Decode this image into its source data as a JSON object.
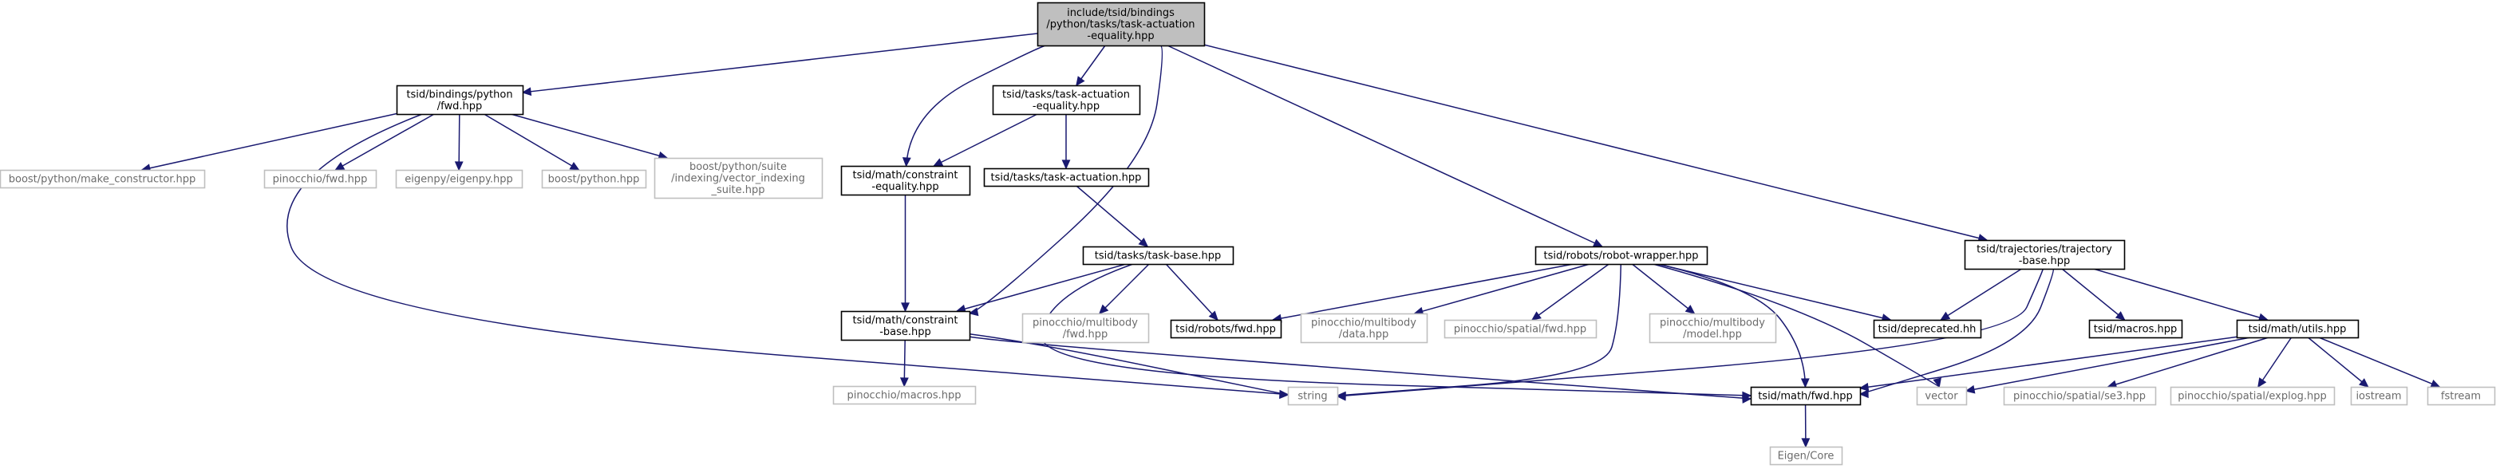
{
  "colors": {
    "edge": "#191970",
    "root_fill": "#bfbfbf",
    "node_border": "#000000",
    "ext_border": "#bfbfbf",
    "ext_text": "#6b6b6b",
    "background": "#ffffff"
  },
  "nodes": [
    {
      "id": "root",
      "kind": "root",
      "lines": [
        "include/tsid/bindings",
        "/python/tasks/task-actuation",
        "-equality.hpp"
      ]
    },
    {
      "id": "bp_fwd",
      "kind": "file",
      "lines": [
        "tsid/bindings/python",
        "/fwd.hpp"
      ]
    },
    {
      "id": "tae",
      "kind": "file",
      "lines": [
        "tsid/tasks/task-actuation",
        "-equality.hpp"
      ]
    },
    {
      "id": "ce",
      "kind": "file",
      "lines": [
        "tsid/math/constraint",
        "-equality.hpp"
      ]
    },
    {
      "id": "ta",
      "kind": "file",
      "lines": [
        "tsid/tasks/task-actuation.hpp"
      ]
    },
    {
      "id": "tb",
      "kind": "file",
      "lines": [
        "tsid/tasks/task-base.hpp"
      ]
    },
    {
      "id": "cb",
      "kind": "file",
      "lines": [
        "tsid/math/constraint",
        "-base.hpp"
      ]
    },
    {
      "id": "rw",
      "kind": "file",
      "lines": [
        "tsid/robots/robot-wrapper.hpp"
      ]
    },
    {
      "id": "tj",
      "kind": "file",
      "lines": [
        "tsid/trajectories/trajectory",
        "-base.hpp"
      ]
    },
    {
      "id": "rfwd",
      "kind": "file",
      "lines": [
        "tsid/robots/fwd.hpp"
      ]
    },
    {
      "id": "dep",
      "kind": "file",
      "lines": [
        "tsid/deprecated.hh"
      ]
    },
    {
      "id": "macros",
      "kind": "file",
      "lines": [
        "tsid/macros.hpp"
      ]
    },
    {
      "id": "utils",
      "kind": "file",
      "lines": [
        "tsid/math/utils.hpp"
      ]
    },
    {
      "id": "mfwd",
      "kind": "file",
      "lines": [
        "tsid/math/fwd.hpp"
      ]
    },
    {
      "id": "bmc",
      "kind": "ext",
      "lines": [
        "boost/python/make_constructor.hpp"
      ]
    },
    {
      "id": "pfwd",
      "kind": "ext",
      "lines": [
        "pinocchio/fwd.hpp"
      ]
    },
    {
      "id": "eigenpy",
      "kind": "ext",
      "lines": [
        "eigenpy/eigenpy.hpp"
      ]
    },
    {
      "id": "bpy",
      "kind": "ext",
      "lines": [
        "boost/python.hpp"
      ]
    },
    {
      "id": "bvi",
      "kind": "ext",
      "lines": [
        "boost/python/suite",
        "/indexing/vector_indexing",
        "_suite.hpp"
      ]
    },
    {
      "id": "pmfwd",
      "kind": "ext",
      "lines": [
        "pinocchio/multibody",
        "/fwd.hpp"
      ]
    },
    {
      "id": "pmdata",
      "kind": "ext",
      "lines": [
        "pinocchio/multibody",
        "/data.hpp"
      ]
    },
    {
      "id": "psfwd",
      "kind": "ext",
      "lines": [
        "pinocchio/spatial/fwd.hpp"
      ]
    },
    {
      "id": "pmmodel",
      "kind": "ext",
      "lines": [
        "pinocchio/multibody",
        "/model.hpp"
      ]
    },
    {
      "id": "pmac",
      "kind": "ext",
      "lines": [
        "pinocchio/macros.hpp"
      ]
    },
    {
      "id": "string",
      "kind": "ext",
      "lines": [
        "string"
      ]
    },
    {
      "id": "vector",
      "kind": "ext",
      "lines": [
        "vector"
      ]
    },
    {
      "id": "se3",
      "kind": "ext",
      "lines": [
        "pinocchio/spatial/se3.hpp"
      ]
    },
    {
      "id": "explog",
      "kind": "ext",
      "lines": [
        "pinocchio/spatial/explog.hpp"
      ]
    },
    {
      "id": "iostream",
      "kind": "ext",
      "lines": [
        "iostream"
      ]
    },
    {
      "id": "fstream",
      "kind": "ext",
      "lines": [
        "fstream"
      ]
    },
    {
      "id": "eigen",
      "kind": "ext",
      "lines": [
        "Eigen/Core"
      ]
    }
  ],
  "edges": [
    [
      "root",
      "bp_fwd"
    ],
    [
      "root",
      "tae"
    ],
    [
      "root",
      "ce"
    ],
    [
      "root",
      "cb"
    ],
    [
      "root",
      "rw"
    ],
    [
      "root",
      "tj"
    ],
    [
      "bp_fwd",
      "bmc"
    ],
    [
      "bp_fwd",
      "pfwd"
    ],
    [
      "bp_fwd",
      "eigenpy"
    ],
    [
      "bp_fwd",
      "bpy"
    ],
    [
      "bp_fwd",
      "bvi"
    ],
    [
      "bp_fwd",
      "string"
    ],
    [
      "tae",
      "ce"
    ],
    [
      "tae",
      "ta"
    ],
    [
      "ce",
      "cb"
    ],
    [
      "ta",
      "tb"
    ],
    [
      "tb",
      "cb"
    ],
    [
      "tb",
      "pmfwd"
    ],
    [
      "tb",
      "rfwd"
    ],
    [
      "tb",
      "mfwd"
    ],
    [
      "cb",
      "pmac"
    ],
    [
      "cb",
      "string"
    ],
    [
      "cb",
      "mfwd"
    ],
    [
      "rw",
      "rfwd"
    ],
    [
      "rw",
      "pmdata"
    ],
    [
      "rw",
      "psfwd"
    ],
    [
      "rw",
      "pmmodel"
    ],
    [
      "rw",
      "string"
    ],
    [
      "rw",
      "mfwd"
    ],
    [
      "rw",
      "dep"
    ],
    [
      "rw",
      "vector"
    ],
    [
      "tj",
      "dep"
    ],
    [
      "tj",
      "macros"
    ],
    [
      "tj",
      "utils"
    ],
    [
      "tj",
      "mfwd"
    ],
    [
      "tj",
      "string"
    ],
    [
      "utils",
      "mfwd"
    ],
    [
      "utils",
      "vector"
    ],
    [
      "utils",
      "se3"
    ],
    [
      "utils",
      "explog"
    ],
    [
      "utils",
      "iostream"
    ],
    [
      "utils",
      "fstream"
    ],
    [
      "mfwd",
      "eigen"
    ]
  ]
}
